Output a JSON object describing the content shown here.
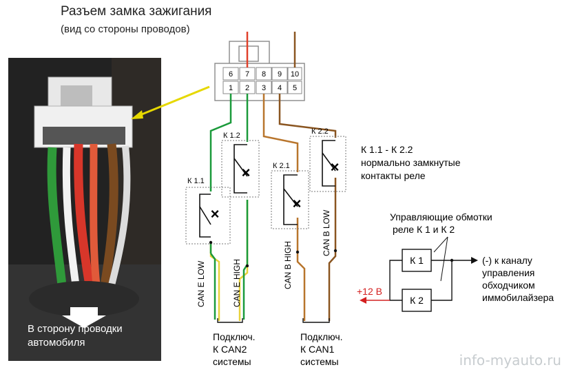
{
  "header": {
    "title": "Разъем замка зажигания",
    "subtitle": "(вид со стороны проводов)"
  },
  "photo": {
    "caption_line1": "В сторону проводки",
    "caption_line2": "автомобиля"
  },
  "connector": {
    "top_row": [
      "6",
      "7",
      "8",
      "9",
      "10"
    ],
    "bottom_row": [
      "1",
      "2",
      "3",
      "4",
      "5"
    ]
  },
  "relays": {
    "k11": "К 1.1",
    "k12": "К 1.2",
    "k21": "К 2.1",
    "k22": "К 2.2"
  },
  "wire_labels": {
    "can_e_low": "CAN E LOW",
    "can_e_high": "CAN E HIGH",
    "can_b_high": "CAN B HIGH",
    "can_b_low": "CAN B LOW"
  },
  "notes": {
    "contacts_line1": "К 1.1 - К 2.2",
    "contacts_line2": "нормально замкнутые",
    "contacts_line3": "контакты реле",
    "coils_line1": "Управляющие обмотки",
    "coils_line2": "реле К 1 и К 2",
    "coil_k1": "К 1",
    "coil_k2": "К 2",
    "plus12": "+12 В",
    "control_line1": "(-) к каналу",
    "control_line2": "управления",
    "control_line3": "обходчиком",
    "control_line4": "иммобилайзера"
  },
  "bottom_labels": {
    "can2_line1": "Подключ.",
    "can2_line2": "К CAN2",
    "can2_line3": "системы",
    "can1_line1": "Подключ.",
    "can1_line2": "К CAN1",
    "can1_line3": "системы"
  },
  "watermark": "info-myauto.ru",
  "colors": {
    "green": "#1a9a3a",
    "yellow": "#e8d23a",
    "brown": "#8a5520",
    "orange_brown": "#b8752c",
    "red_wire": "#e0402a",
    "arrow_yellow": "#e6d800",
    "red_plus": "#d42020"
  }
}
